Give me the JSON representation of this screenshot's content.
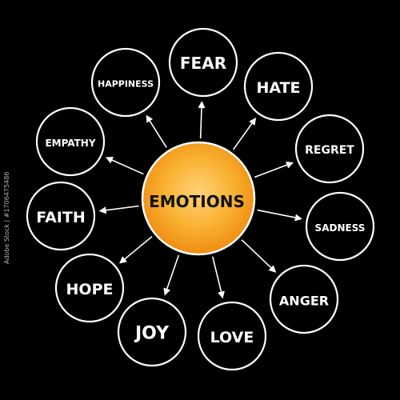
{
  "center": {
    "label": "EMOTIONS"
  },
  "nodes": [
    {
      "label": "FEAR"
    },
    {
      "label": "HATE"
    },
    {
      "label": "REGRET"
    },
    {
      "label": "SADNESS"
    },
    {
      "label": "ANGER"
    },
    {
      "label": "LOVE"
    },
    {
      "label": "JOY"
    },
    {
      "label": "HOPE"
    },
    {
      "label": "FAITH"
    },
    {
      "label": "EMPATHY"
    },
    {
      "label": "HAPPINESS"
    }
  ],
  "watermark": "Adobe Stock | #1706475486",
  "colors": {
    "background": "#000000",
    "center_fill": "#f5a623",
    "center_stroke": "#ffffff",
    "node_stroke": "#ffffff",
    "text": "#ffffff"
  }
}
